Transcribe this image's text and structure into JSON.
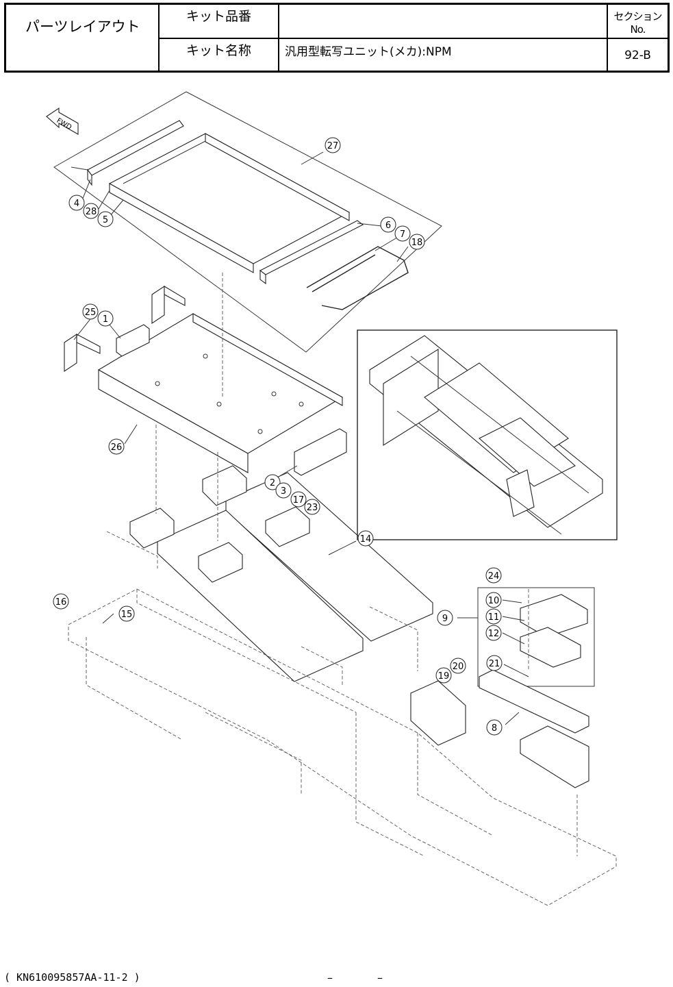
{
  "header": {
    "title": "パーツレイアウト",
    "kit_number_label": "キット品番",
    "kit_number_value": "",
    "kit_name_label": "キット名称",
    "kit_name_value": "汎用型転写ユニット(メカ):NPM",
    "section_label": "セクションNo.",
    "section_value": "92-B"
  },
  "diagram": {
    "fwd_label": "FWD",
    "callouts": [
      "27",
      "4",
      "28",
      "5",
      "6",
      "7",
      "18",
      "25",
      "1",
      "26",
      "2",
      "3",
      "17",
      "23",
      "14",
      "24",
      "9",
      "10",
      "11",
      "12",
      "21",
      "16",
      "15",
      "19",
      "20",
      "8"
    ]
  },
  "footer": {
    "code": "( KN610095857AA-11-2 )",
    "dash_left": "–",
    "dash_right": "–"
  }
}
